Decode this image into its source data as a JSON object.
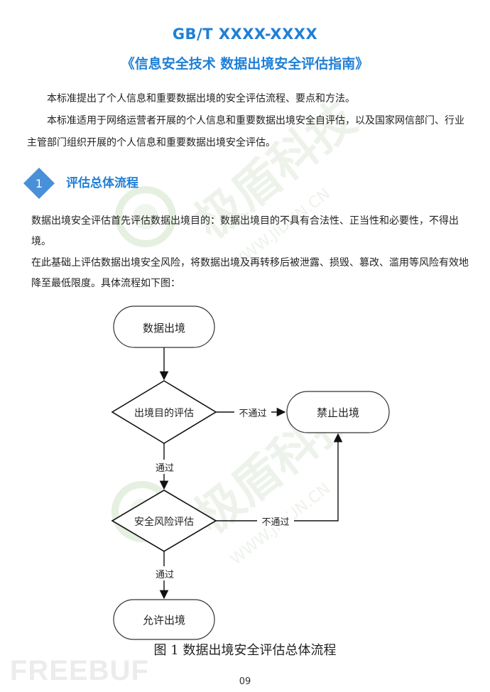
{
  "doc": {
    "title": "GB/T XXXX-XXXX",
    "subtitle": "《信息安全技术 数据出境安全评估指南》",
    "intro": [
      "本标准提出了个人信息和重要数据出境的安全评估流程、要点和方法。",
      "本标准适用于网络运营者开展的个人信息和重要数据出境安全自评估，以及国家网信部门、行业主管部门组织开展的个人信息和重要数据出境安全评估。"
    ]
  },
  "section": {
    "number": "1",
    "title": "评估总体流程",
    "paragraphs": [
      "数据出境安全评估首先评估数据出境目的：数据出境目的不具有合法性、正当性和必要性，不得出境。",
      "在此基础上评估数据出境安全风险，将数据出境及再转移后被泄露、损毁、篡改、滥用等风险有效地降至最低限度。具体流程如下图："
    ]
  },
  "flowchart": {
    "start": "数据出境",
    "decision1": "出境目的评估",
    "reject": "禁止出境",
    "fail_label_1": "不通过",
    "pass_label_1": "通过",
    "decision2": "安全风险评估",
    "fail_label_2": "不通过",
    "pass_label_2": "通过",
    "end": "允许出境",
    "caption": "图 1  数据出境安全评估总体流程"
  },
  "watermark": {
    "brand": "极盾科技",
    "url": "WWW.JIDUN.CN",
    "color": "#d9e7d4"
  },
  "footer": {
    "logo": "FREEBUF",
    "page_number": "09"
  },
  "colors": {
    "accent": "#1f7fd6",
    "badge": "#4a90d9"
  }
}
